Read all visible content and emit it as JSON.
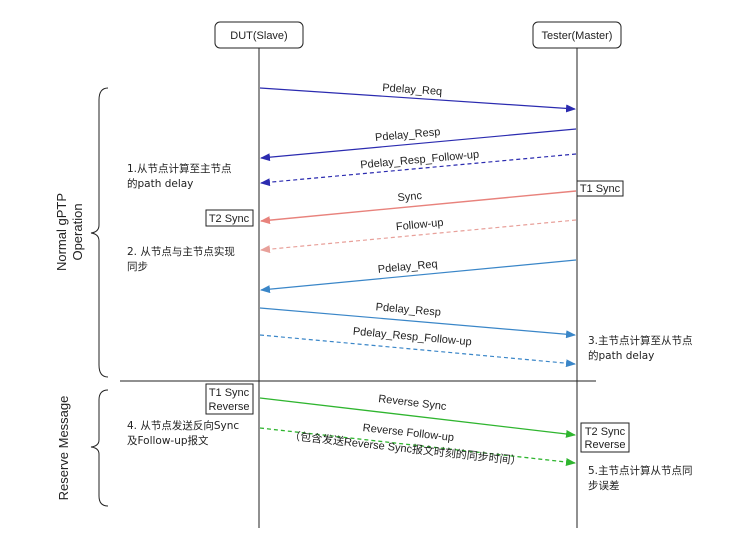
{
  "participants": {
    "dut": "DUT(Slave)",
    "tester": "Tester(Master)"
  },
  "side_labels": {
    "normal_line1": "Normal gPTP",
    "normal_line2": "Operation",
    "reserve": "Reserve Message"
  },
  "messages": [
    {
      "label": "Pdelay_Req",
      "from": "dut",
      "to": "tester",
      "color": "#2b2bb0",
      "dashed": false
    },
    {
      "label": "Pdelay_Resp",
      "from": "tester",
      "to": "dut",
      "color": "#2b2bb0",
      "dashed": false
    },
    {
      "label": "Pdelay_Resp_Follow-up",
      "from": "tester",
      "to": "dut",
      "color": "#2b2bb0",
      "dashed": true
    },
    {
      "label": "Sync",
      "from": "tester",
      "to": "dut",
      "color": "#e8827c",
      "dashed": false
    },
    {
      "label": "Follow-up",
      "from": "tester",
      "to": "dut",
      "color": "#e8a09a",
      "dashed": true
    },
    {
      "label": "Pdelay_Req",
      "from": "tester",
      "to": "dut",
      "color": "#3a86c8",
      "dashed": false
    },
    {
      "label": "Pdelay_Resp",
      "from": "dut",
      "to": "tester",
      "color": "#3a86c8",
      "dashed": false
    },
    {
      "label": "Pdelay_Resp_Follow-up",
      "from": "dut",
      "to": "tester",
      "color": "#3a86c8",
      "dashed": true
    },
    {
      "label": "Reverse Sync",
      "from": "dut",
      "to": "tester",
      "color": "#2fb52f",
      "dashed": false
    },
    {
      "label": "Reverse Follow-up",
      "from": "dut",
      "to": "tester",
      "color": "#2fb52f",
      "dashed": true
    }
  ],
  "paren_note": "（包含发送Reverse Sync报文时刻的同步时间）",
  "boxes": {
    "t1_sync": "T1 Sync",
    "t2_sync": "T2 Sync",
    "t1_sync_reverse_1": "T1 Sync",
    "t1_sync_reverse_2": "Reverse",
    "t2_sync_reverse_1": "T2 Sync",
    "t2_sync_reverse_2": "Reverse"
  },
  "notes": {
    "n1_line1": "1.从节点计算至主节点",
    "n1_line2": "的path delay",
    "n2_line1": "2. 从节点与主节点实现",
    "n2_line2": "同步",
    "n3_line1": "3.主节点计算至从节点",
    "n3_line2": "的path delay",
    "n4_line1": "4. 从节点发送反向Sync",
    "n4_line2": "及Follow-up报文",
    "n5_line1": "5.主节点计算从节点同",
    "n5_line2": "步误差"
  }
}
